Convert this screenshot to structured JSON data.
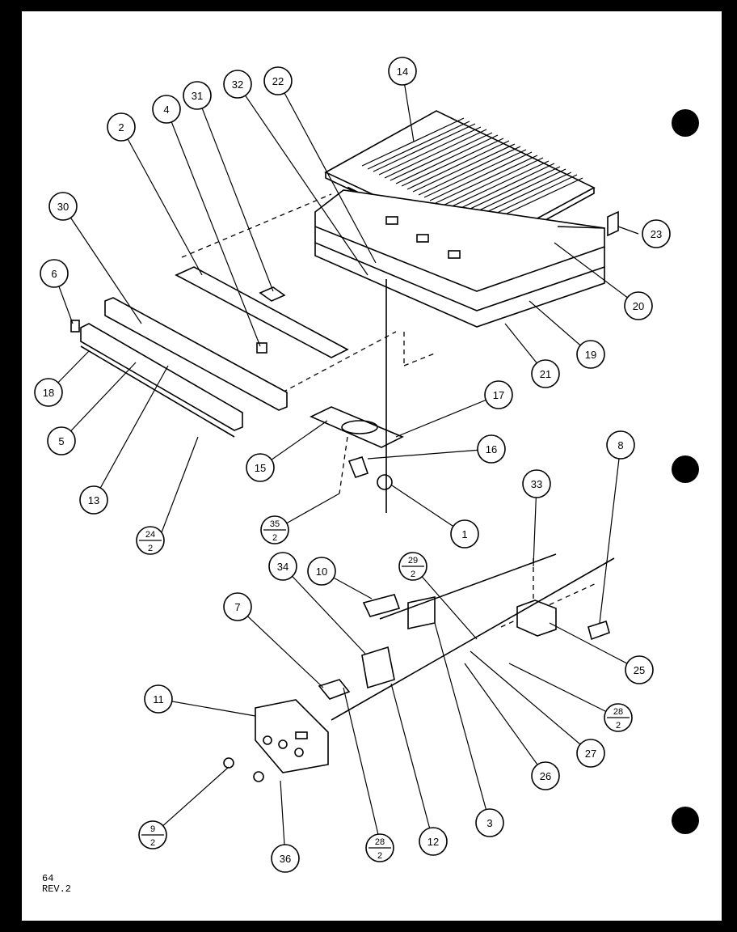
{
  "page_number": "64",
  "revision": "REV.2",
  "callouts": [
    {
      "id": "c14",
      "label": "14"
    },
    {
      "id": "c22",
      "label": "22"
    },
    {
      "id": "c32",
      "label": "32"
    },
    {
      "id": "c31",
      "label": "31"
    },
    {
      "id": "c4",
      "label": "4"
    },
    {
      "id": "c2",
      "label": "2"
    },
    {
      "id": "c30",
      "label": "30"
    },
    {
      "id": "c6",
      "label": "6"
    },
    {
      "id": "c18",
      "label": "18"
    },
    {
      "id": "c5",
      "label": "5"
    },
    {
      "id": "c13",
      "label": "13"
    },
    {
      "id": "c23",
      "label": "23"
    },
    {
      "id": "c20",
      "label": "20"
    },
    {
      "id": "c19",
      "label": "19"
    },
    {
      "id": "c21",
      "label": "21"
    },
    {
      "id": "c17",
      "label": "17"
    },
    {
      "id": "c16",
      "label": "16"
    },
    {
      "id": "c15",
      "label": "15"
    },
    {
      "id": "c1",
      "label": "1"
    },
    {
      "id": "c8",
      "label": "8"
    },
    {
      "id": "c33",
      "label": "33"
    },
    {
      "id": "c10",
      "label": "10"
    },
    {
      "id": "c34",
      "label": "34"
    },
    {
      "id": "c7",
      "label": "7"
    },
    {
      "id": "c11",
      "label": "11"
    },
    {
      "id": "c25",
      "label": "25"
    },
    {
      "id": "c27",
      "label": "27"
    },
    {
      "id": "c26",
      "label": "26"
    },
    {
      "id": "c3",
      "label": "3"
    },
    {
      "id": "c12",
      "label": "12"
    },
    {
      "id": "c36",
      "label": "36"
    }
  ],
  "fraction_callouts": [
    {
      "id": "f24",
      "num": "24",
      "den": "2"
    },
    {
      "id": "f35",
      "num": "35",
      "den": "2"
    },
    {
      "id": "f29",
      "num": "29",
      "den": "2"
    },
    {
      "id": "f28a",
      "num": "28",
      "den": "2"
    },
    {
      "id": "f9",
      "num": "9",
      "den": "2"
    },
    {
      "id": "f28b",
      "num": "28",
      "den": "2"
    }
  ]
}
